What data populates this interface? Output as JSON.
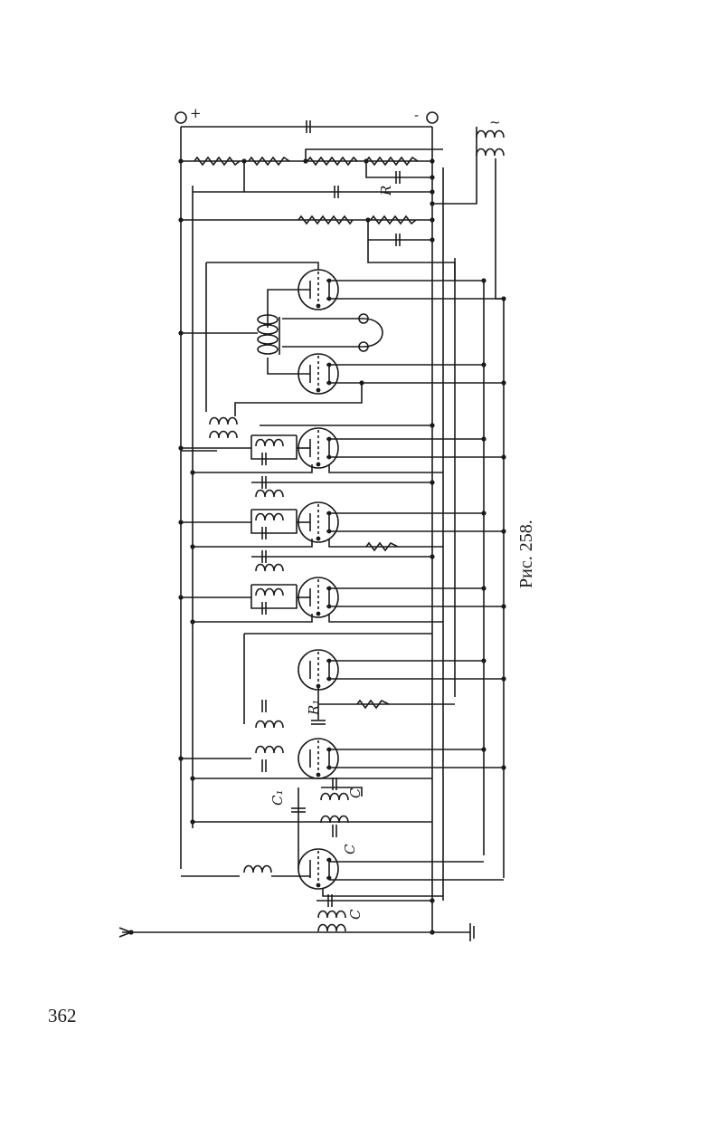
{
  "page": {
    "page_number": "362",
    "figure_caption": "Рис. 258."
  },
  "figure": {
    "type": "circuit-schematic",
    "orientation": "rotated-90",
    "terminal_labels": {
      "positive": "+",
      "negative": "-",
      "ac_supply": "~"
    },
    "component_labels": {
      "R": "R",
      "R1": "R₁",
      "C": "C",
      "C1": "C₁"
    },
    "tubes_count": 8
  }
}
